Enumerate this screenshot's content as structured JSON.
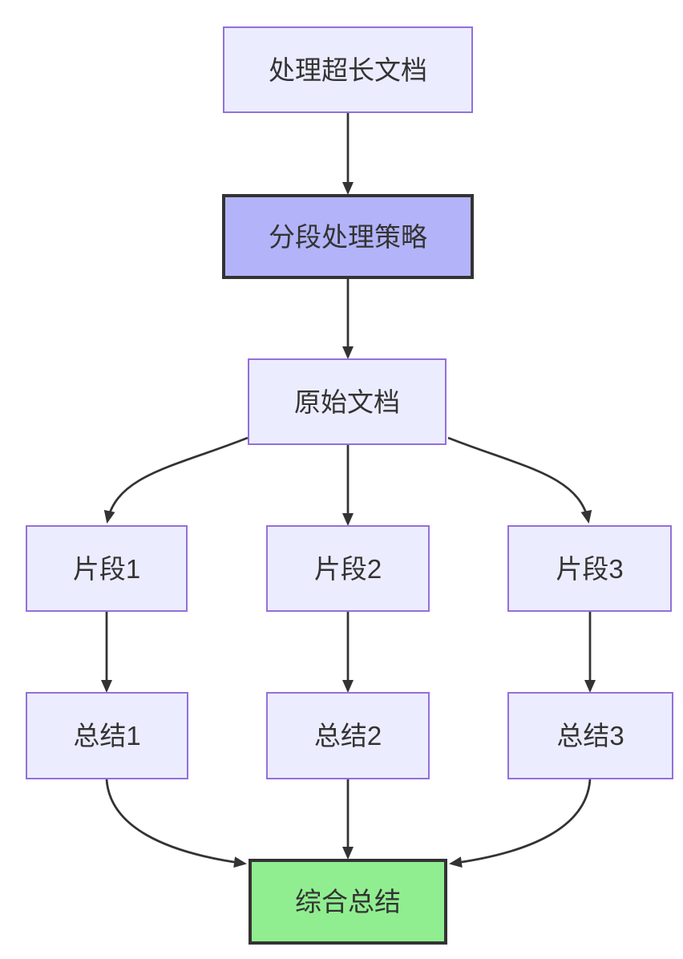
{
  "diagram": {
    "type": "flowchart",
    "direction": "top-down",
    "colors": {
      "node-fill": "#ECECFF",
      "node-border": "#9370DB",
      "emphasis-fill": "#B3B3FA",
      "emphasis-border": "#333333",
      "success-fill": "#90EE90",
      "success-border": "#333333",
      "edge": "#333333",
      "text": "#333333",
      "background": "#FFFFFF"
    },
    "nodes": {
      "root": {
        "label": "处理超长文档",
        "style": "default"
      },
      "strategy": {
        "label": "分段处理策略",
        "style": "emphasis"
      },
      "source": {
        "label": "原始文档",
        "style": "default"
      },
      "chunk1": {
        "label": "片段1",
        "style": "default"
      },
      "chunk2": {
        "label": "片段2",
        "style": "default"
      },
      "chunk3": {
        "label": "片段3",
        "style": "default"
      },
      "summary1": {
        "label": "总结1",
        "style": "default"
      },
      "summary2": {
        "label": "总结2",
        "style": "default"
      },
      "summary3": {
        "label": "总结3",
        "style": "default"
      },
      "final": {
        "label": "综合总结",
        "style": "success"
      }
    },
    "edges": [
      {
        "from": "处理超长文档",
        "to": "分段处理策略"
      },
      {
        "from": "分段处理策略",
        "to": "原始文档"
      },
      {
        "from": "原始文档",
        "to": "片段1"
      },
      {
        "from": "原始文档",
        "to": "片段2"
      },
      {
        "from": "原始文档",
        "to": "片段3"
      },
      {
        "from": "片段1",
        "to": "总结1"
      },
      {
        "from": "片段2",
        "to": "总结2"
      },
      {
        "from": "片段3",
        "to": "总结3"
      },
      {
        "from": "总结1",
        "to": "综合总结"
      },
      {
        "from": "总结2",
        "to": "综合总结"
      },
      {
        "from": "总结3",
        "to": "综合总结"
      }
    ]
  }
}
